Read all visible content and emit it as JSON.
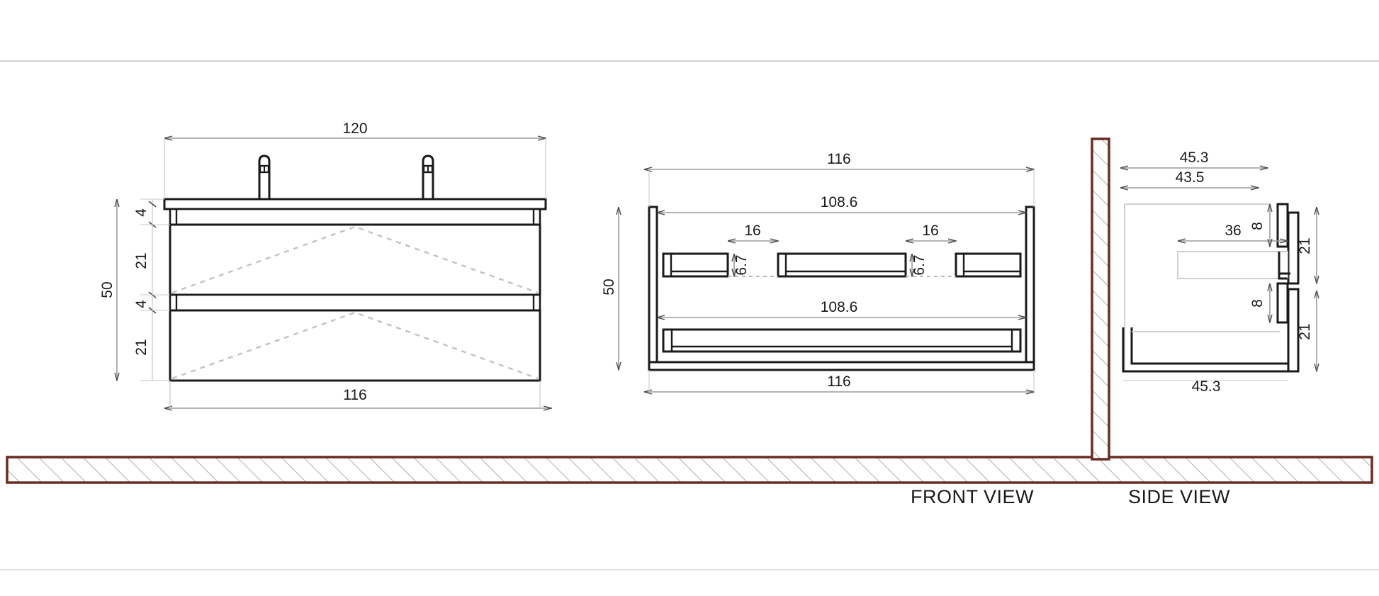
{
  "drawing": {
    "title": "Bathroom vanity technical drawing",
    "background_color": "#ffffff",
    "line_color": "#1a1a1a",
    "dim_line_color": "#9a9a9a",
    "wall_color": "#6b2b20",
    "hidden_line_color": "#bcbcbc",
    "border_line_color": "#d6d6d6"
  },
  "labels": {
    "front_view": "FRONT VIEW",
    "side_view": "SIDE VIEW"
  },
  "views": {
    "elevation_left": {
      "name": "cabinet front elevation with faucets",
      "dimensions": {
        "top_width": "120",
        "bottom_width": "116",
        "overall_height": "50",
        "segments": [
          "4",
          "21",
          "4",
          "21"
        ]
      }
    },
    "elevation_center": {
      "name": "cabinet front open view",
      "dimensions": {
        "outer_width_top": "116",
        "inner_width_top": "108.6",
        "inner_width_bottom": "108.6",
        "outer_width_bottom": "116",
        "overall_height": "50",
        "handle_gap_left": "16",
        "handle_gap_right": "16",
        "handle_height_left": "6.7",
        "handle_height_right": "6.7"
      }
    },
    "side": {
      "name": "cabinet side section against wall",
      "dimensions": {
        "depth_total": "45.3",
        "depth_carcass": "43.5",
        "drawer_depth": "36",
        "bottom_depth": "45.3",
        "gap_top": "8",
        "gap_bottom": "8",
        "drawer_height_top": "21",
        "drawer_height_bottom": "21"
      }
    }
  }
}
